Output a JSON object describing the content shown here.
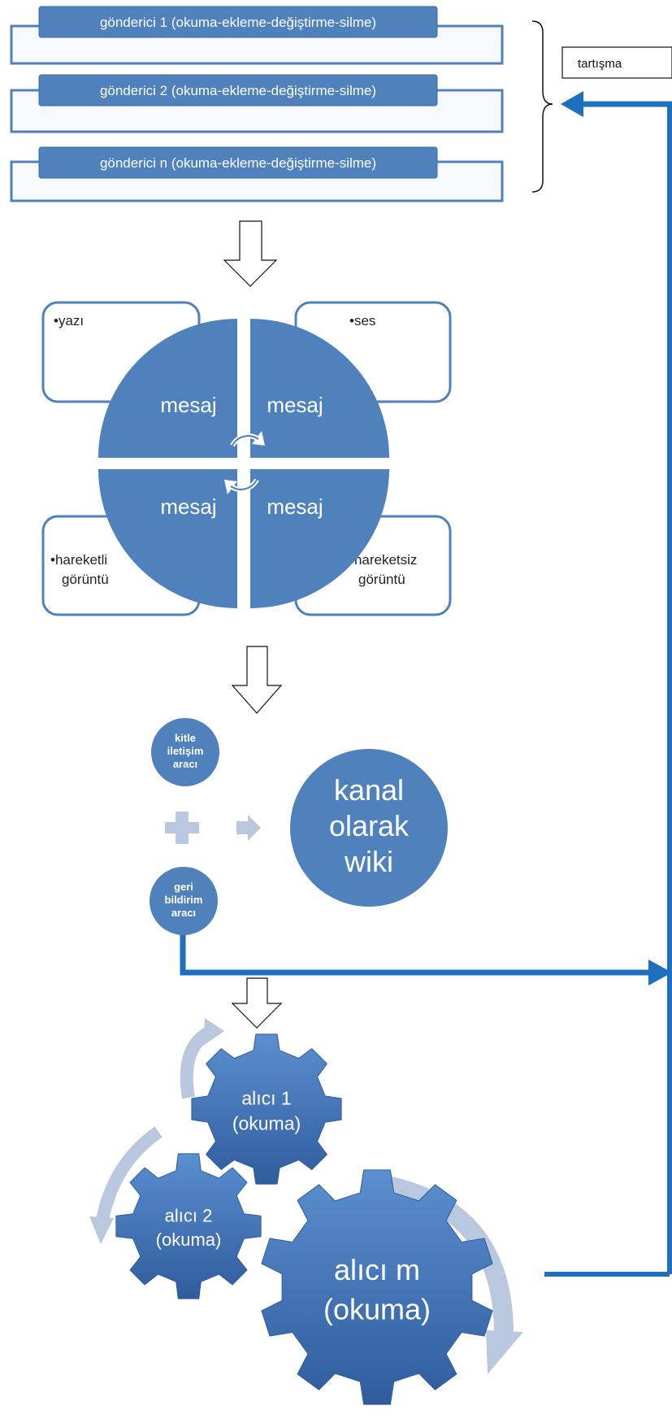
{
  "senders": [
    "gönderici 1 (okuma-ekleme-değiştirme-silme)",
    "gönderici 2 (okuma-ekleme-değiştirme-silme)",
    "gönderici n (okuma-ekleme-değiştirme-silme)"
  ],
  "discussion_label": "tartışma",
  "media": {
    "top_left": "•yazı",
    "top_right": "•ses",
    "bottom_left": [
      "•hareketli",
      "görüntü"
    ],
    "bottom_right": [
      "•hareketsiz",
      "görüntü"
    ]
  },
  "message_label": "mesaj",
  "channel": {
    "mass_media": [
      "kitle",
      "iletişim",
      "aracı"
    ],
    "feedback": [
      "geri",
      "bildirim",
      "aracı"
    ],
    "wiki": [
      "kanal",
      "olarak",
      "wiki"
    ]
  },
  "receivers": [
    [
      "alıcı 1",
      "(okuma)"
    ],
    [
      "alıcı 2",
      "(okuma)"
    ],
    [
      "alıcı m",
      "(okuma)"
    ]
  ],
  "colors": {
    "blue": "#4f81bd",
    "dark_blue": "#3a6aa6",
    "arrow_blue": "#1f6fbf",
    "light_box": "#f7f9fc",
    "pale_arrow": "#b9c8de"
  }
}
